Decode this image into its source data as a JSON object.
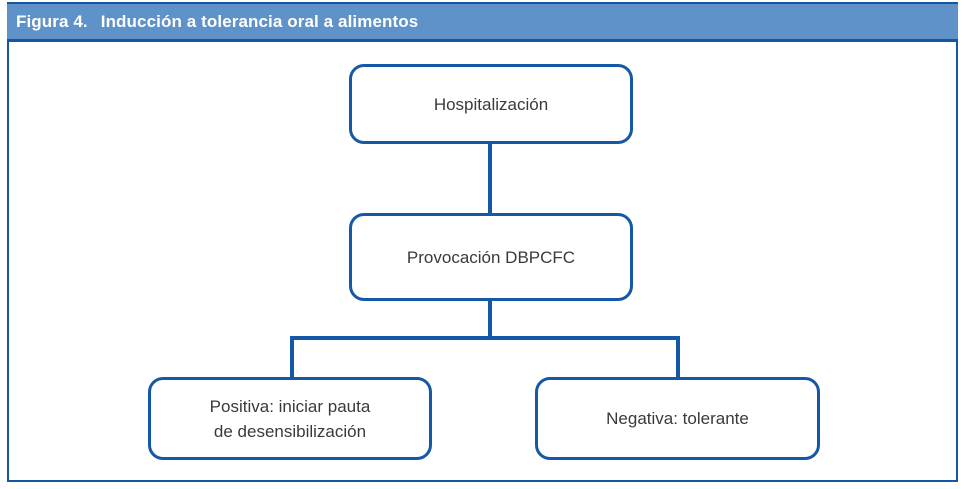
{
  "header": {
    "label": "Figura 4.",
    "title": "Inducción a tolerancia oral a alimentos"
  },
  "flowchart": {
    "nodes": {
      "hospitalizacion": {
        "label": "Hospitalización"
      },
      "provocacion": {
        "label": "Provocación DBPCFC"
      },
      "positiva": {
        "line1": "Positiva: iniciar pauta",
        "line2": "de desensibilización"
      },
      "negativa": {
        "label": "Negativa: tolerante"
      }
    },
    "edges": [
      "hospitalizacion -> provocacion",
      "provocacion -> positiva",
      "provocacion -> negativa"
    ]
  },
  "colors": {
    "header_fill": "#5E92C8",
    "line_blue": "#15579F",
    "line_blue_strong": "#1458A7",
    "node_border": "#1458A7",
    "node_text": "#3A3A3A",
    "header_text": "#FFFFFF",
    "page_bg": "#FFFFFF"
  }
}
